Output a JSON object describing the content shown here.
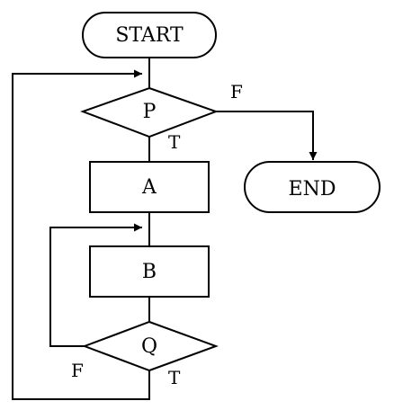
{
  "nodes": {
    "start": {
      "label": "START",
      "shape": "terminal"
    },
    "p": {
      "label": "P",
      "shape": "decision"
    },
    "a": {
      "label": "A",
      "shape": "process"
    },
    "b": {
      "label": "B",
      "shape": "process"
    },
    "q": {
      "label": "Q",
      "shape": "decision"
    },
    "end": {
      "label": "END",
      "shape": "terminal"
    }
  },
  "edges": {
    "start_to_p": {
      "from": "start",
      "to": "p",
      "label": ""
    },
    "p_true_to_a": {
      "from": "p",
      "to": "a",
      "label": "T"
    },
    "p_false_to_end": {
      "from": "p",
      "to": "end",
      "label": "F"
    },
    "a_to_b": {
      "from": "a",
      "to": "b",
      "label": ""
    },
    "b_to_q": {
      "from": "b",
      "to": "q",
      "label": ""
    },
    "q_false_to_b": {
      "from": "q",
      "to": "b",
      "label": "F"
    },
    "q_true_to_p": {
      "from": "q",
      "to": "p",
      "label": "T"
    }
  },
  "colors": {
    "stroke": "#000000",
    "fill": "#ffffff",
    "text": "#000000"
  }
}
